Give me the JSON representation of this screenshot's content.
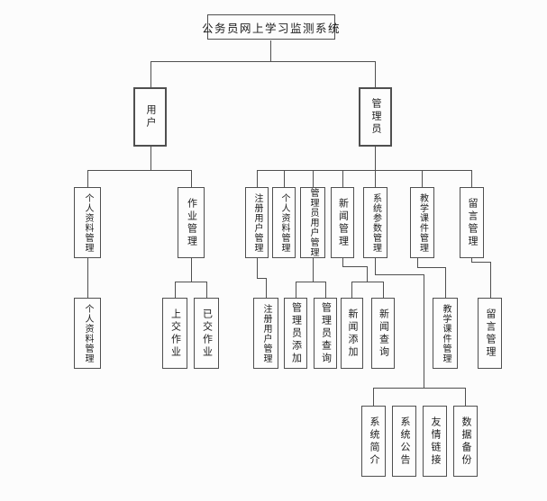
{
  "diagram": {
    "title": "公务员网上学习监测系统",
    "colors": {
      "background": "#fcfcfc",
      "line": "#4f4f4f",
      "text": "#1b1b1b",
      "node_fill": "#fdfdfd"
    },
    "nodes": {
      "root": {
        "label": "公务员网上学习监测系统"
      },
      "user": {
        "label": "用户"
      },
      "admin": {
        "label": "管理员"
      },
      "profile_user": {
        "label": "个人资料管理"
      },
      "homework": {
        "label": "作业管理"
      },
      "profile_user_sub": {
        "label": "个人资料管理"
      },
      "homework_submit": {
        "label": "上交作业"
      },
      "homework_done": {
        "label": "已交作业"
      },
      "reg_user": {
        "label": "注册用户管理"
      },
      "profile_admin": {
        "label": "个人资料管理"
      },
      "admin_user": {
        "label": "管理员用户管理"
      },
      "news": {
        "label": "新闻管理"
      },
      "sys_param": {
        "label": "系统参数管理"
      },
      "courseware": {
        "label": "教学课件管理"
      },
      "message": {
        "label": "留言管理"
      },
      "reg_user_sub": {
        "label": "注册用户管理"
      },
      "admin_add": {
        "label": "管理员添加"
      },
      "admin_query": {
        "label": "管理员查询"
      },
      "news_add": {
        "label": "新闻添加"
      },
      "news_query": {
        "label": "新闻查询"
      },
      "courseware_sub": {
        "label": "教学课件管理"
      },
      "message_sub": {
        "label": "留言管理"
      },
      "sys_intro": {
        "label": "系统简介"
      },
      "sys_notice": {
        "label": "系统公告"
      },
      "links": {
        "label": "友情链接"
      },
      "backup": {
        "label": "数据备份"
      }
    },
    "hierarchy": [
      {
        "parent": "公务员网上学习监测系统",
        "children": [
          "用户",
          "管理员"
        ]
      },
      {
        "parent": "用户",
        "children": [
          "个人资料管理",
          "作业管理"
        ]
      },
      {
        "parent": "个人资料管理",
        "children": [
          "个人资料管理"
        ]
      },
      {
        "parent": "作业管理",
        "children": [
          "上交作业",
          "已交作业"
        ]
      },
      {
        "parent": "管理员",
        "children": [
          "注册用户管理",
          "个人资料管理",
          "管理员用户管理",
          "新闻管理",
          "系统参数管理",
          "教学课件管理",
          "留言管理"
        ]
      },
      {
        "parent": "注册用户管理",
        "children": [
          "注册用户管理"
        ]
      },
      {
        "parent": "管理员用户管理",
        "children": [
          "管理员添加",
          "管理员查询"
        ]
      },
      {
        "parent": "新闻管理",
        "children": [
          "新闻添加",
          "新闻查询"
        ]
      },
      {
        "parent": "系统参数管理",
        "children": [
          "系统简介",
          "系统公告",
          "友情链接",
          "数据备份"
        ]
      },
      {
        "parent": "教学课件管理",
        "children": [
          "教学课件管理"
        ]
      },
      {
        "parent": "留言管理",
        "children": [
          "留言管理"
        ]
      }
    ]
  }
}
